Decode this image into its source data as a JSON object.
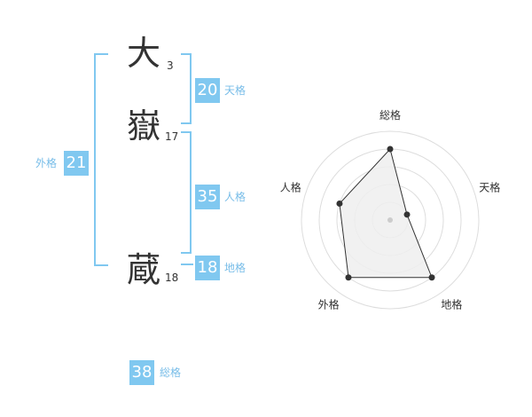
{
  "name": {
    "chars": [
      {
        "char": "大",
        "strokes": "3"
      },
      {
        "char": "嶽",
        "strokes": "17"
      },
      {
        "char": "蔵",
        "strokes": "18"
      }
    ]
  },
  "kaku": {
    "tenkaku": {
      "value": "20",
      "label": "天格"
    },
    "jinkaku": {
      "value": "35",
      "label": "人格"
    },
    "chikaku": {
      "value": "18",
      "label": "地格"
    },
    "gaikaku": {
      "value": "21",
      "label": "外格"
    },
    "soukaku": {
      "value": "38",
      "label": "総格"
    }
  },
  "chart_data": {
    "type": "radar",
    "axes": [
      "総格",
      "天格",
      "地格",
      "外格",
      "人格"
    ],
    "values": [
      4,
      1,
      4,
      4,
      3
    ],
    "max": 5,
    "rings": 5,
    "fill": "#eeeeee",
    "line_color": "#333333",
    "grid_color": "#dddddd"
  },
  "colors": {
    "accent": "#80c8f0",
    "label": "#78bde8"
  }
}
